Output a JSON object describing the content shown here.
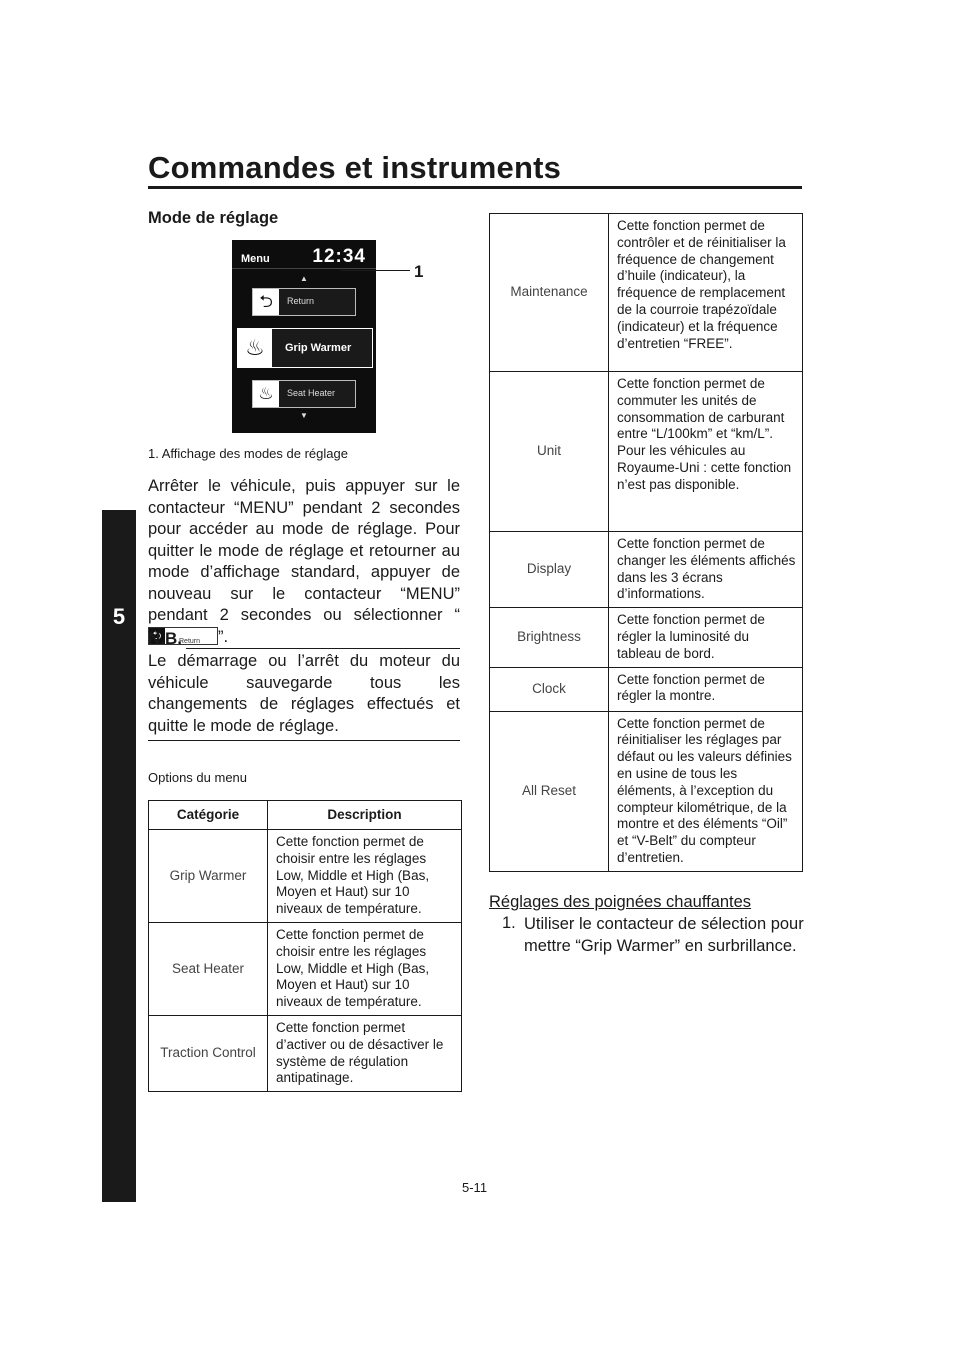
{
  "header": {
    "title": "Commandes et instruments",
    "chapter_tab": "5"
  },
  "section": {
    "heading": "Mode de réglage"
  },
  "figure": {
    "screen_title": "Menu",
    "clock": "12:34",
    "items": [
      {
        "label": "Return",
        "icon": "return-icon"
      },
      {
        "label": "Grip Warmer",
        "icon": "grip-warmer-icon"
      },
      {
        "label": "Seat Heater",
        "icon": "seat-heater-icon"
      }
    ],
    "callout_number": "1",
    "caption": "1.  Affichage des modes de réglage"
  },
  "body": {
    "para1_before": "Arrêter le véhicule, puis appuyer sur le contacteur “MENU” pendant 2 secondes pour accéder au mode de réglage. Pour quitter le mode de réglage et retourner au mode d’affichage standard, appuyer de nouveau sur le contacteur “MENU” pendant 2 secondes ou sélectionner “",
    "para1_inline_label": "Return",
    "para1_after": "”."
  },
  "note": {
    "title": "N.B.",
    "text": "Le démarrage ou l’arrêt du moteur du véhicule sauvegarde tous les changements de réglages effectués et quitte le mode de réglage."
  },
  "options_label": "Options du menu",
  "table_headers": {
    "category": "Catégorie",
    "description": "Description"
  },
  "table_left": [
    {
      "category": "Grip Warmer",
      "description": "Cette fonction permet de choisir entre les réglages Low, Middle et High (Bas, Moyen et Haut) sur 10 niveaux de température."
    },
    {
      "category": "Seat Heater",
      "description": "Cette fonction permet de choisir entre les réglages Low, Middle et High (Bas, Moyen et Haut) sur 10 niveaux de température."
    },
    {
      "category": "Traction Control",
      "description": "Cette fonction permet d’activer ou de désactiver le système de régulation antipatinage."
    }
  ],
  "table_right": [
    {
      "category": "Maintenance",
      "description": "Cette fonction permet de contrôler et de réinitialiser la fréquence de changement d’huile (indicateur), la fréquence de remplacement de la courroie trapézoïdale (indicateur) et la fréquence d’entretien “FREE”."
    },
    {
      "category": "Unit",
      "description": "Cette fonction permet de commuter les unités de consommation de carburant entre “L/100km” et “km/L”. Pour les véhicules au Royaume-Uni : cette fonction n’est pas disponible."
    },
    {
      "category": "Display",
      "description": "Cette fonction permet de changer les éléments affichés dans les 3 écrans d’informations."
    },
    {
      "category": "Brightness",
      "description": "Cette fonction permet de régler la luminosité du tableau de bord."
    },
    {
      "category": "Clock",
      "description": "Cette fonction permet de régler la montre."
    },
    {
      "category": "All Reset",
      "description": "Cette fonction permet de réinitialiser les réglages par défaut ou les valeurs définies en usine de tous les éléments, à l’exception du compteur kilométrique, de la montre et des éléments “Oil” et “V-Belt” du compteur d’entretien."
    }
  ],
  "subheading": "Réglages des poignées chauffantes",
  "steps": [
    {
      "num": "1.",
      "text": "Utiliser le contacteur de sélection pour mettre “Grip Warmer” en surbrillance."
    }
  ],
  "page_number": "5-11"
}
